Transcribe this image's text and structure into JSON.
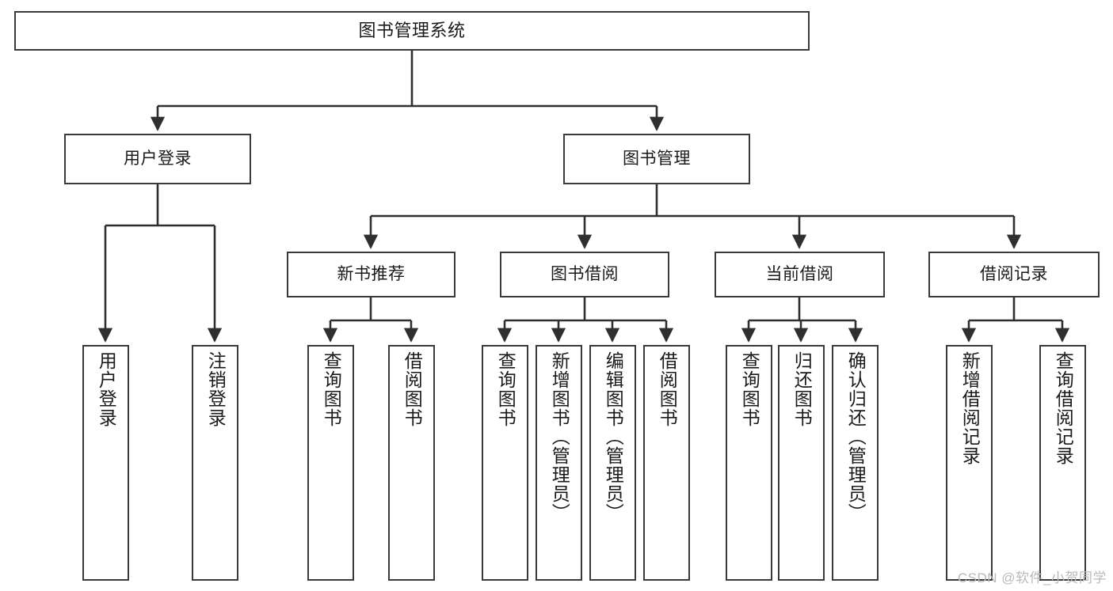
{
  "diagram": {
    "title": "图书管理系统",
    "type": "tree-hierarchy-diagram",
    "colors": {
      "background": "#ffffff",
      "node_border": "#3a3a3a",
      "node_fill": "#ffffff",
      "edge": "#2f2f2f",
      "text": "#1a1a1a",
      "watermark": "#b9b9b9"
    },
    "root": {
      "label": "图书管理系统"
    },
    "level2": [
      {
        "label": "用户登录"
      },
      {
        "label": "图书管理"
      }
    ],
    "level3": [
      {
        "label": "新书推荐"
      },
      {
        "label": "图书借阅"
      },
      {
        "label": "当前借阅"
      },
      {
        "label": "借阅记录"
      }
    ],
    "leaves": {
      "user_login": [
        {
          "label": "用户登录"
        },
        {
          "label": "注销登录"
        }
      ],
      "new_book_recommend": [
        {
          "label": "查询图书"
        },
        {
          "label": "借阅图书"
        }
      ],
      "book_borrow": [
        {
          "label": "查询图书"
        },
        {
          "label": "新增图书（管理员）"
        },
        {
          "label": "编辑图书（管理员）"
        },
        {
          "label": "借阅图书"
        }
      ],
      "current_borrow": [
        {
          "label": "查询图书"
        },
        {
          "label": "归还图书"
        },
        {
          "label": "确认归还（管理员）"
        }
      ],
      "borrow_record": [
        {
          "label": "新增借阅记录"
        },
        {
          "label": "查询借阅记录"
        }
      ]
    }
  },
  "watermark": {
    "text": "CSDN @软件_小贺同学"
  }
}
